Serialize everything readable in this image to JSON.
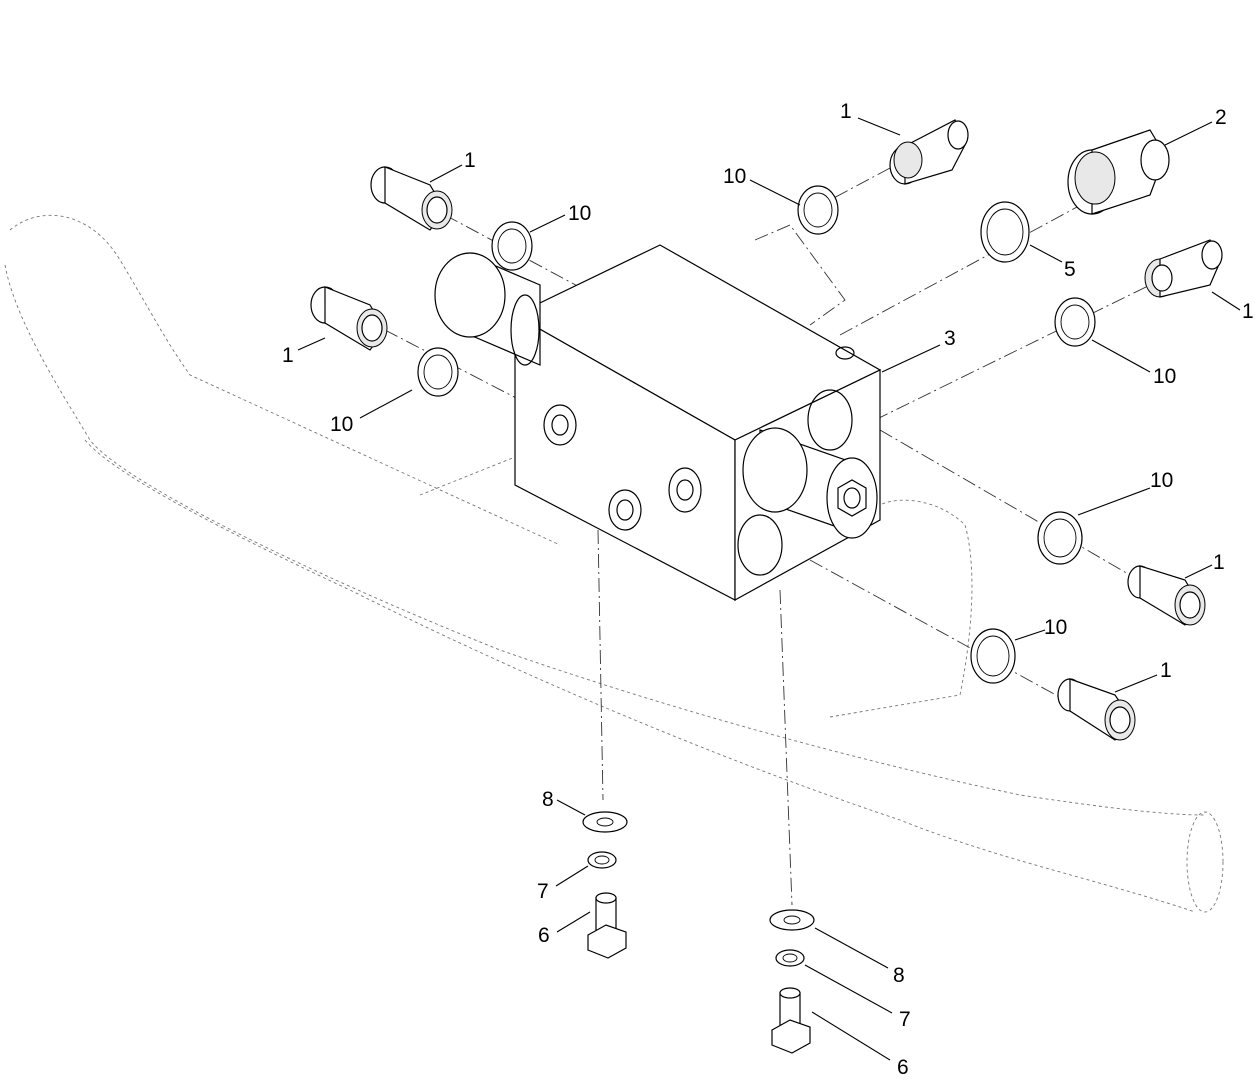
{
  "callouts": {
    "c1_top": "1",
    "c2": "2",
    "c1_upper_left": "1",
    "c10_top": "10",
    "c10_upper_left": "10",
    "c5": "5",
    "c1_right_upper": "1",
    "c1_left": "1",
    "c3": "3",
    "c10_right_upper": "10",
    "c10_left": "10",
    "c10_right_mid": "10",
    "c1_right_mid": "1",
    "c10_right_lower": "10",
    "c1_right_lower": "1",
    "c8_left": "8",
    "c7_left": "7",
    "c6_left": "6",
    "c8_right": "8",
    "c7_right": "7",
    "c6_right": "6"
  }
}
